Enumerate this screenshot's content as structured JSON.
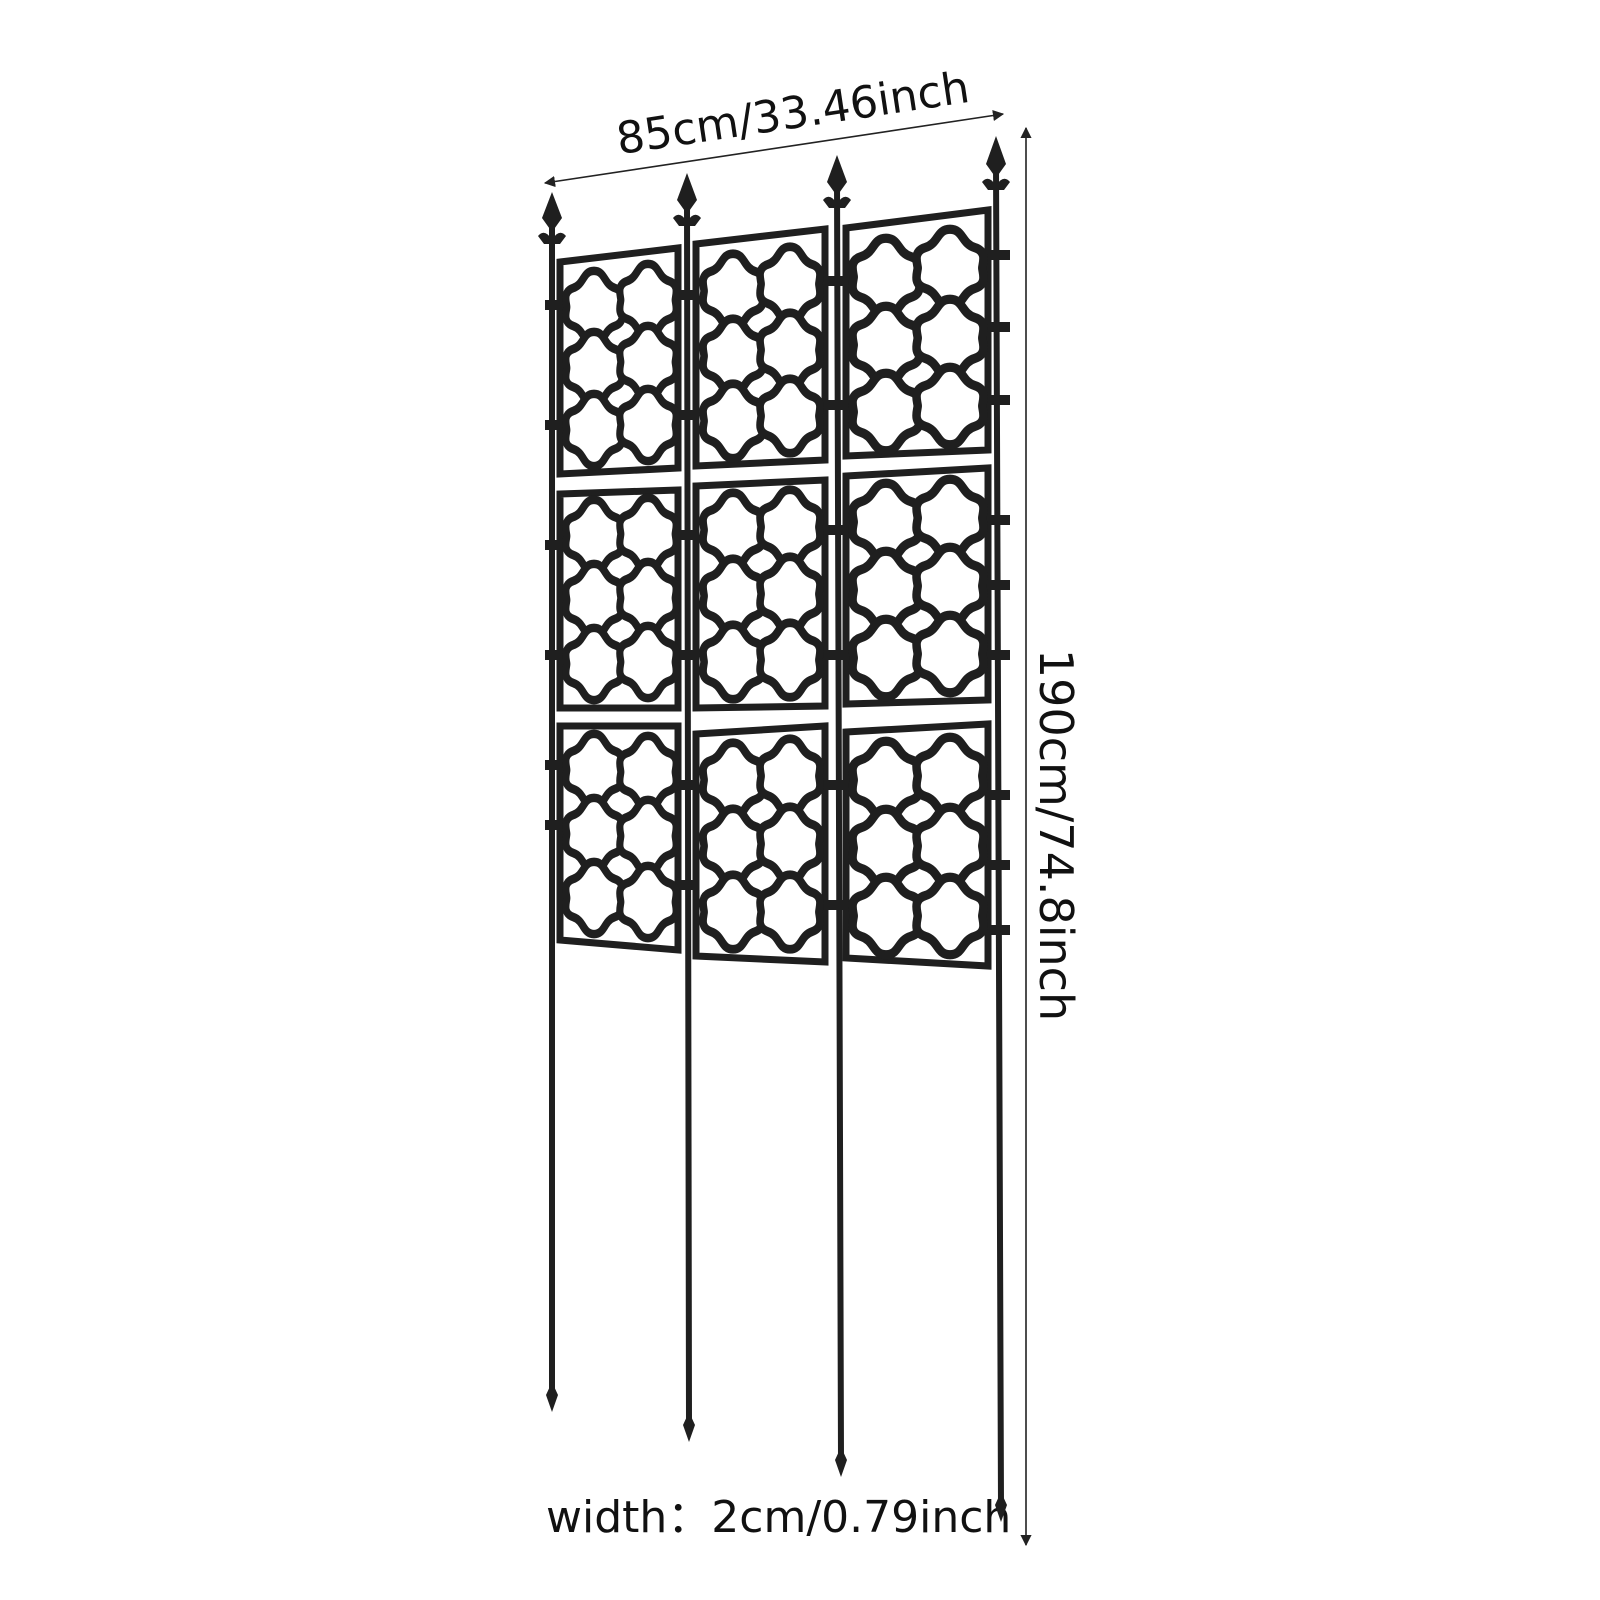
{
  "product": {
    "dimensions": {
      "width_label": "85cm/33.46inch",
      "height_label": "190cm/74.8inch",
      "stake_width_label": "width：2cm/0.79inch"
    },
    "colors": {
      "metal": "#1f1f1f",
      "background": "#ffffff"
    },
    "structure": {
      "stakes": 4,
      "panel_columns": 3,
      "panel_rows": 3,
      "pattern": "quatrefoil-lattice"
    }
  }
}
